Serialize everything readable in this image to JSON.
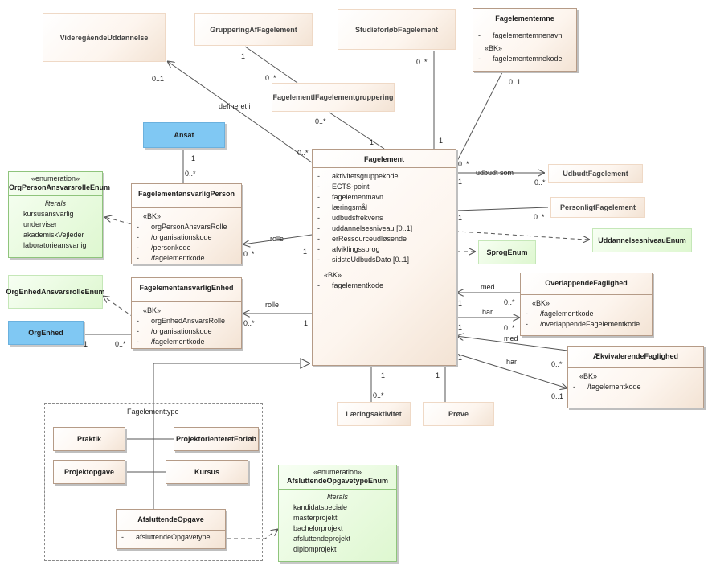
{
  "classes": {
    "videregaaende": {
      "name": "VideregåendeUddannelse"
    },
    "gruppering": {
      "name": "GrupperingAfFagelement"
    },
    "studieforloeb": {
      "name": "StudieforløbFagelement"
    },
    "fagelementemne": {
      "name": "Fagelementemne",
      "attrs": [
        "fagelementemnenavn"
      ],
      "bk_label": "«BK»",
      "bk_attrs": [
        "fagelementemnekode"
      ]
    },
    "figruppering": {
      "name": "FagelementIFagelementgruppering"
    },
    "ansat": {
      "name": "Ansat"
    },
    "fagelement": {
      "name": "Fagelement",
      "attrs": [
        "aktivitetsgruppekode",
        "ECTS-point",
        "fagelementnavn",
        "læringsmål",
        "udbudsfrekvens",
        "uddannelsesniveau [0..1]",
        "erRessourceudløsende",
        "afviklingssprog",
        "sidsteUdbudsDato [0..1]"
      ],
      "bk_label": "«BK»",
      "bk_attrs": [
        "fagelementkode"
      ]
    },
    "udbudt": {
      "name": "UdbudtFagelement"
    },
    "personligt": {
      "name": "PersonligtFagelement"
    },
    "ansvarligperson": {
      "name": "FagelementansvarligPerson",
      "bk_label": "«BK»",
      "bk_attrs": [
        "orgPersonAnsvarsRolle"
      ],
      "attrs": [
        "/organisationskode",
        "/personkode",
        "/fagelementkode"
      ]
    },
    "ansvarligenhed": {
      "name": "FagelementansvarligEnhed",
      "bk_label": "«BK»",
      "bk_attrs": [
        "orgEnhedAnsvarsRolle"
      ],
      "attrs": [
        "/organisationskode",
        "/fagelementkode"
      ]
    },
    "orgenhed": {
      "name": "OrgEnhed"
    },
    "overlappende": {
      "name": "OverlappendeFaglighed",
      "bk_label": "«BK»",
      "attrs": [
        "/fagelementkode",
        "/overlappendeFagelementkode"
      ]
    },
    "aekvivalerende": {
      "name": "ÆkvivalerendeFaglighed",
      "bk_label": "«BK»",
      "attrs": [
        "/fagelementkode"
      ]
    },
    "laeringsaktivitet": {
      "name": "Læringsaktivitet"
    },
    "proeve": {
      "name": "Prøve"
    },
    "praktik": {
      "name": "Praktik"
    },
    "projektorienteret": {
      "name": "ProjektorienteretForløb"
    },
    "projektopgave": {
      "name": "Projektopgave"
    },
    "kursus": {
      "name": "Kursus"
    },
    "afsluttende": {
      "name": "AfsluttendeOpgave",
      "attrs": [
        "afsluttendeOpgavetype"
      ]
    }
  },
  "enums": {
    "orgperson": {
      "stereotype": "«enumeration»",
      "name": "OrgPersonAnsvarsrolleEnum",
      "literals_label": "literals",
      "literals": [
        "kursusansvarlig",
        "underviser",
        "akademiskVejleder",
        "laboratorieansvarlig"
      ]
    },
    "orgenhedrolle": {
      "name": "OrgEnhedAnsvarsrolleEnum"
    },
    "uddannelsesniveau": {
      "name": "UddannelsesniveauEnum"
    },
    "sprog": {
      "name": "SprogEnum"
    },
    "afsluttendetype": {
      "stereotype": "«enumeration»",
      "name": "AfsluttendeOpgavetypeEnum",
      "literals_label": "literals",
      "literals": [
        "kandidatspeciale",
        "masterprojekt",
        "bachelorprojekt",
        "afsluttendeprojekt",
        "diplomprojekt"
      ]
    }
  },
  "package": {
    "name": "Fagelementtype"
  },
  "labels": {
    "defineret_i": "defineret i",
    "udbudt_som": "udbudt som",
    "rolle": "rolle",
    "med": "med",
    "har": "har"
  },
  "multiplicities": {
    "one": "1",
    "zero_one": "0..1",
    "zero_many": "0..*"
  },
  "visibility": "-"
}
